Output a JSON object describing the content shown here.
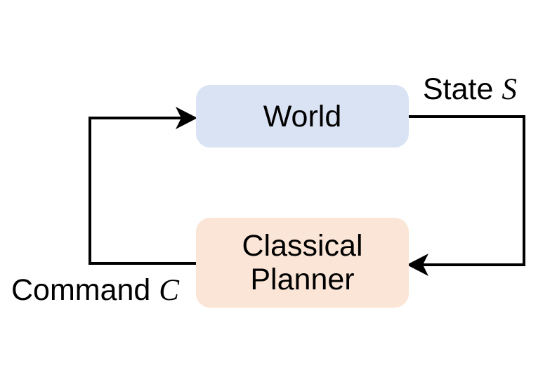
{
  "diagram": {
    "background_color": "#ffffff",
    "line_color": "#000000",
    "nodes": {
      "world": {
        "label": "World",
        "fill": "#dae3f3"
      },
      "planner": {
        "label": "Classical\nPlanner",
        "fill": "#fbe5d6"
      }
    },
    "labels": {
      "state": {
        "text": "State ",
        "symbol": "S"
      },
      "command": {
        "text": "Command ",
        "symbol": "C"
      }
    }
  }
}
